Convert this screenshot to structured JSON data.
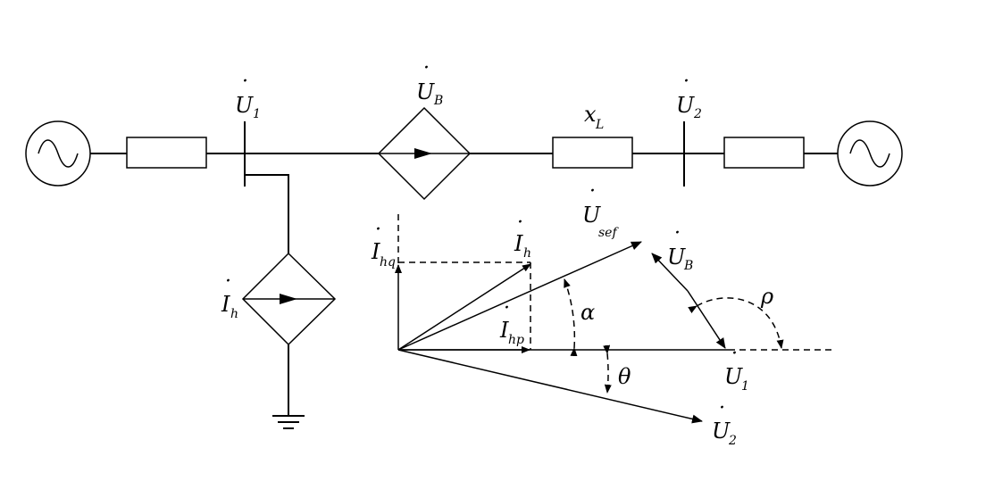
{
  "labels": {
    "u1_bus": {
      "main": "U",
      "sub": "1"
    },
    "ub_source": {
      "main": "U",
      "sub": "B"
    },
    "xl_line": {
      "main": "x",
      "sub": "L"
    },
    "u2_bus": {
      "main": "U",
      "sub": "2"
    },
    "ih_source": {
      "main": "I",
      "sub": "h"
    },
    "ihq": {
      "main": "I",
      "sub": "hq"
    },
    "ih_phasor": {
      "main": "I",
      "sub": "h"
    },
    "usef": {
      "main": "U",
      "sub": "sef"
    },
    "ub_phasor": {
      "main": "U",
      "sub": "B"
    },
    "ihp": {
      "main": "I",
      "sub": "hp"
    },
    "u1_phasor": {
      "main": "U",
      "sub": "1"
    },
    "u2_phasor": {
      "main": "U",
      "sub": "2"
    },
    "alpha": "α",
    "theta": "θ",
    "rho": "ρ"
  }
}
